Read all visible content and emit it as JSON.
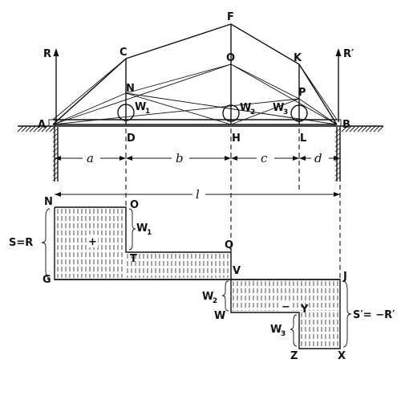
{
  "truss_labels": {
    "A": "A",
    "B": "B",
    "C": "C",
    "D": "D",
    "F": "F",
    "H": "H",
    "K": "K",
    "L": "L",
    "N": "N",
    "O": "O",
    "P": "P",
    "R": "R",
    "R_prime": "R′"
  },
  "loads": {
    "w1": "W",
    "w1_sub": "1",
    "w2": "W",
    "w2_sub": "2",
    "w3": "W",
    "w3_sub": "3"
  },
  "dimensions": {
    "a": "a",
    "b": "b",
    "c": "c",
    "d": "d",
    "l": "l"
  },
  "shear_diagram": {
    "N": "N",
    "O": "O",
    "T": "T",
    "Q": "Q",
    "V": "V",
    "G": "G",
    "W": "W",
    "Y": "Y",
    "Z": "Z",
    "X": "X",
    "J": "J",
    "w1": "W",
    "w1_sub": "1",
    "w2": "W",
    "w2_sub": "2",
    "w3": "W",
    "w3_sub": "3",
    "s_left": "S=R",
    "s_right": "S′= −R′",
    "plus": "+",
    "minus": "−"
  }
}
